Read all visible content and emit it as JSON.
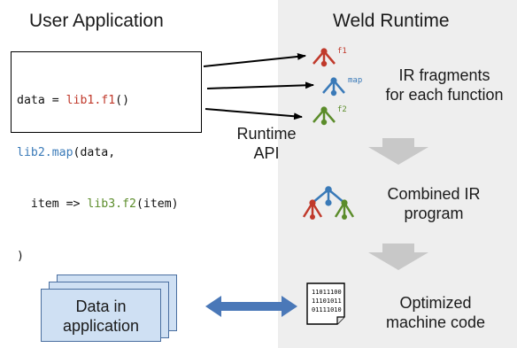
{
  "titles": {
    "left": "User Application",
    "right": "Weld Runtime"
  },
  "code": {
    "line1": {
      "a": "data = ",
      "b": "lib1.f1",
      "c": "()"
    },
    "line2": {
      "a": "lib2.map",
      "b": "(data,"
    },
    "line3": {
      "a": "  item => ",
      "b": "lib3.f2",
      "c": "(item)"
    },
    "line4": {
      "a": ")"
    }
  },
  "runtime_api": {
    "line1": "Runtime",
    "line2": "API"
  },
  "fragments": {
    "tags": [
      "f1",
      "map",
      "f2"
    ],
    "label_line1": "IR fragments",
    "label_line2": "for each function"
  },
  "combined": {
    "line1": "Combined IR",
    "line2": "program"
  },
  "optimized": {
    "line1": "Optimized",
    "line2": "machine code",
    "doc_lines": [
      "11011100",
      "11101011",
      "01111010"
    ]
  },
  "data_card": {
    "line1": "Data in",
    "line2": "application"
  },
  "colors": {
    "red": "#c0392b",
    "blue": "#3a7ab8",
    "green": "#5b8c2a",
    "panel": "#eeeeee",
    "arrow_gray": "#c8c8c8",
    "double_arrow": "#4a78b8"
  }
}
